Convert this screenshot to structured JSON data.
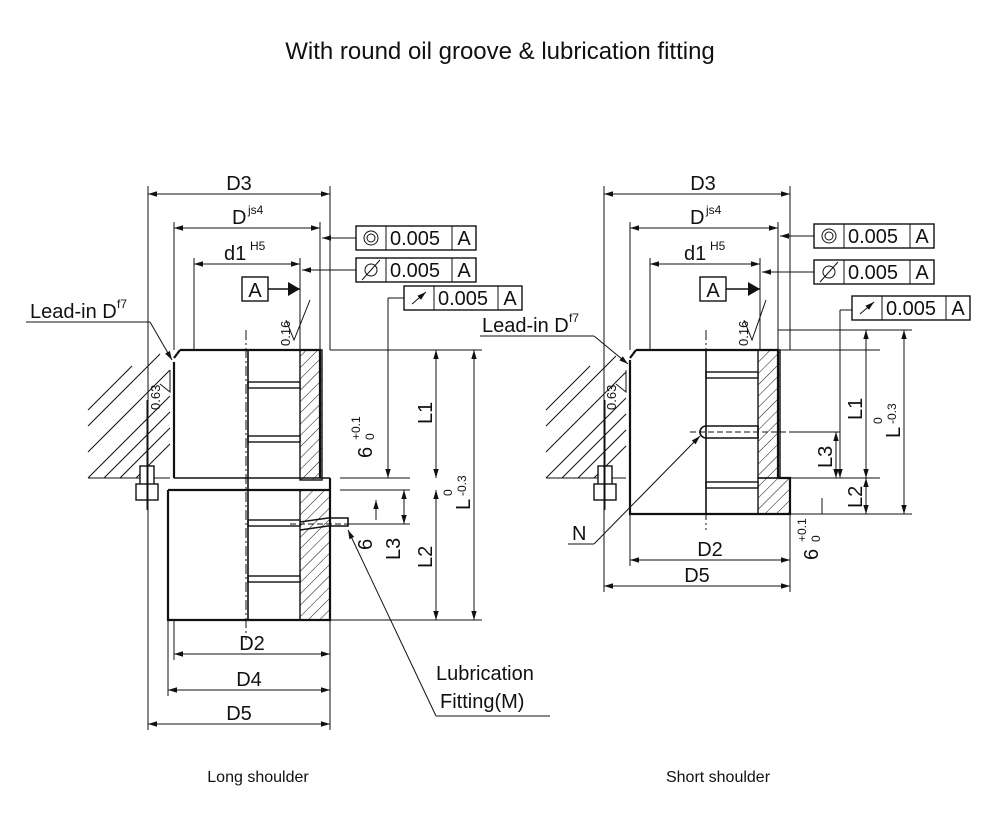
{
  "title": "With round oil groove & lubrication fitting",
  "captions": {
    "left": "Long shoulder",
    "right": "Short shoulder"
  },
  "dims": {
    "D3": "D3",
    "D": "D",
    "js4": "js4",
    "d1": "d1",
    "H5": "H5",
    "D2": "D2",
    "D4": "D4",
    "D5": "D5",
    "L": "L",
    "L1": "L1",
    "L2": "L2",
    "L3": "L3",
    "tol_zero": "0",
    "tol_neg": "-0.3",
    "six": "6",
    "tol_plus": "+0.1",
    "tol_zero2": "0",
    "N": "N"
  },
  "leadin": {
    "text": "Lead-in D",
    "sup": "f7"
  },
  "lubrication": {
    "line1": "Lubrication",
    "line2": "Fitting(M)"
  },
  "roughness": {
    "r1": "0.16",
    "r2": "0.63"
  },
  "datum": "A",
  "frames": {
    "concentricity": {
      "value": "0.005",
      "datum": "A"
    },
    "cylindricity": {
      "value": "0.005",
      "datum": "A"
    },
    "runout": {
      "value": "0.005",
      "datum": "A"
    }
  }
}
